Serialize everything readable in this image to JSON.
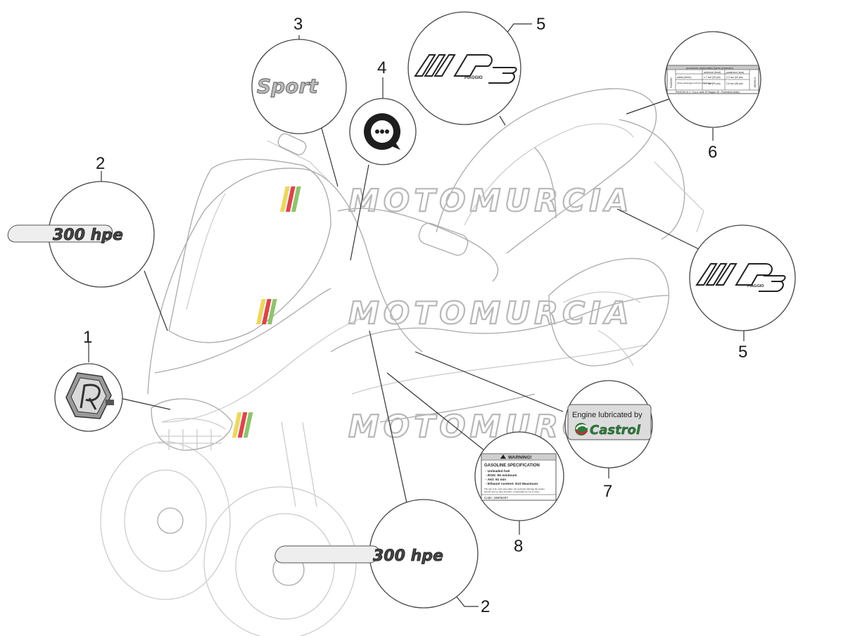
{
  "watermark": "MOTOMURCIA",
  "callouts": {
    "c1": {
      "number": "1",
      "emblem_icon": "piaggio-p-emblem-icon"
    },
    "c2a": {
      "number": "2",
      "badge_text": "300 hpe"
    },
    "c2b": {
      "number": "2",
      "badge_text": "300 hpe"
    },
    "c3": {
      "number": "3",
      "badge_text": "Sport"
    },
    "c4": {
      "number": "4",
      "icon": "chat-bubble-icon"
    },
    "c5a": {
      "number": "5",
      "badge_text": "MP3",
      "sub_text": "PIAGGIO"
    },
    "c5b": {
      "number": "5",
      "badge_text": "MP3",
      "sub_text": "PIAGGIO"
    },
    "c6": {
      "number": "6",
      "title": "pressione pneumatici (tyres pressure)",
      "col1": "anteriore (front)",
      "col2": "posteriore (rear)",
      "row1_label": "pilota (driver)",
      "row1_front": "1.7 bar (25 psi)",
      "row1_rear": "2.2 bar (32 psi)",
      "row2_label": "pilota+passeggero (driver+passenger)",
      "row2_front": "1.7 bar (25 psi)",
      "row2_rear": "2.6 bar (38 psi)",
      "footer": "PIAGGIO & C. S.p.a. viale R.Piaggio 25 - Pontedera (Italy)",
      "side_left": "PIAGGIO",
      "side_right": "1B006011"
    },
    "c7": {
      "number": "7",
      "line1": "Engine lubricated by",
      "brand": "Castrol"
    },
    "c8": {
      "number": "8",
      "warning": "WARNING!",
      "heading": "GASOLINE SPECIFICATION",
      "line1": "- Unleaded fuel",
      "line2": "- RON: 95 minimum",
      "line3": "- AKI: 91 min",
      "line4": "- Ethanol content: E10 Maximum",
      "note1": "The use of di- erent spec alism can seriously damage the engine",
      "note2": "and the fuel sy  stem and will n  ot thereafter  be cov er ed by",
      "code": "Code: 1B006207"
    }
  },
  "colors": {
    "stripe_red": "#e0444a",
    "stripe_yellow": "#f0d75a",
    "stripe_green": "#8cc56a",
    "castrol_green": "#2f7a3a",
    "castrol_red": "#d22630"
  }
}
